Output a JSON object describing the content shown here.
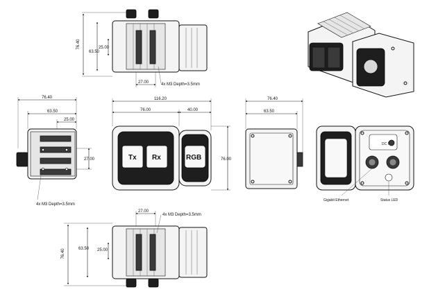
{
  "top_view": {
    "height_label": "76.40",
    "inner_height_label": "63.50",
    "small_height_label": "25.00",
    "width_label": "27.00",
    "note_label": "4x M3 Depth=3.5mm"
  },
  "front_views": {
    "left_overall_label": "76.40",
    "left_inner_label": "63.50",
    "left_small_label": "25.00",
    "left_side_label": "27.00",
    "left_note_label": "4x M3 Depth=3.5mm",
    "center_overall_label": "116.20",
    "center_left_label": "76.00",
    "center_right_label": "40.00",
    "center_height_label": "76.00",
    "right_overall_label": "76.40",
    "right_inner_label": "63.50"
  },
  "face_labels": {
    "tx": "Tx",
    "rx": "Rx",
    "rgb": "RGB",
    "dc_in": "DC IN"
  },
  "callouts": {
    "ethernet": "Gigabit Ethernet",
    "status_led": "Status LED"
  },
  "bottom_view": {
    "height_label": "76.40",
    "inner_height_label": "63.50",
    "small_height_label": "25.00",
    "width_label": "27.00",
    "note_label": "4x M3 Depth=3.5mm"
  }
}
